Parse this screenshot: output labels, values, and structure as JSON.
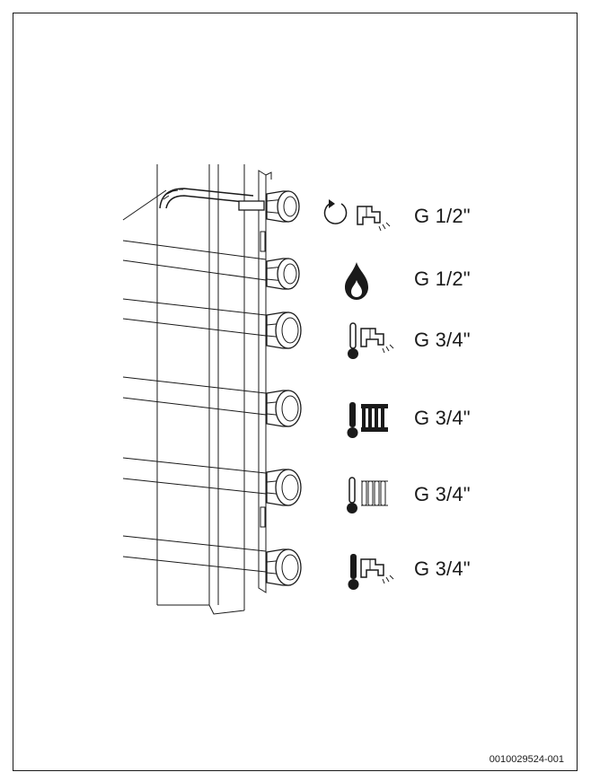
{
  "connections": [
    {
      "icon": "circulation-hot-water-icon",
      "thread": "G 1/2\""
    },
    {
      "icon": "gas-flame-icon",
      "thread": "G 1/2\""
    },
    {
      "icon": "hot-water-outlet-icon",
      "thread": "G 3/4\""
    },
    {
      "icon": "heating-flow-icon",
      "thread": "G 3/4\""
    },
    {
      "icon": "heating-return-icon",
      "thread": "G 3/4\""
    },
    {
      "icon": "cold-water-inlet-icon",
      "thread": "G 3/4\""
    }
  ],
  "figure_code": "0010029524-001",
  "colors": {
    "line": "#1a1a1a",
    "background": "#ffffff"
  }
}
